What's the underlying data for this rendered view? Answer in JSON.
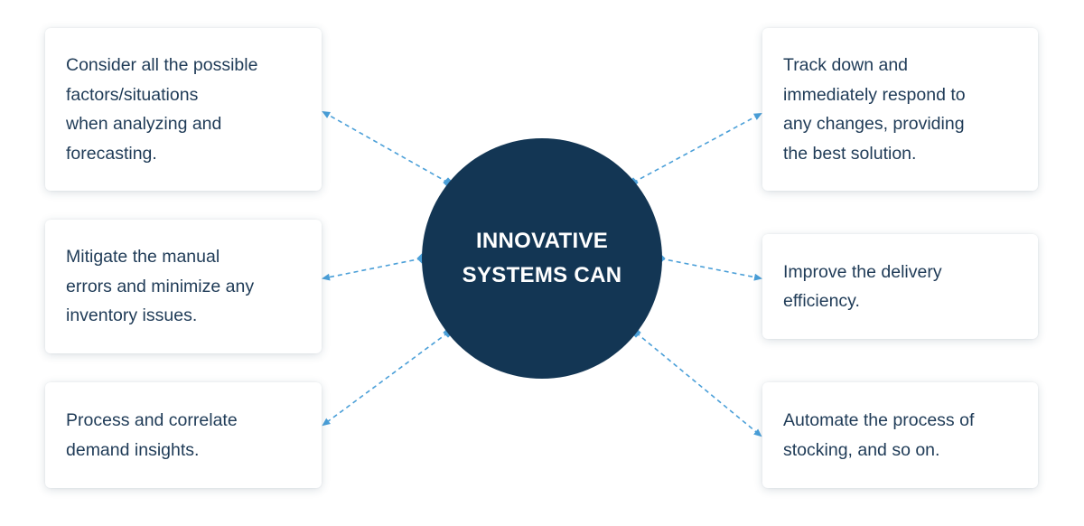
{
  "hub": {
    "label": "INNOVATIVE\nSYSTEMS CAN"
  },
  "colors": {
    "hub_fill": "#133654",
    "connector": "#4a9fd8",
    "text": "#1f3b57"
  },
  "left_items": [
    {
      "text": "Consider all the possible\nfactors/situations\nwhen analyzing and\nforecasting."
    },
    {
      "text": "Mitigate the manual\nerrors and minimize any\ninventory issues."
    },
    {
      "text": "Process and correlate\ndemand insights."
    }
  ],
  "right_items": [
    {
      "text": "Track down and\nimmediately respond to\nany changes, providing\nthe best solution."
    },
    {
      "text": "Improve the delivery\nefficiency."
    },
    {
      "text": "Automate the process of\nstocking, and so on."
    }
  ]
}
